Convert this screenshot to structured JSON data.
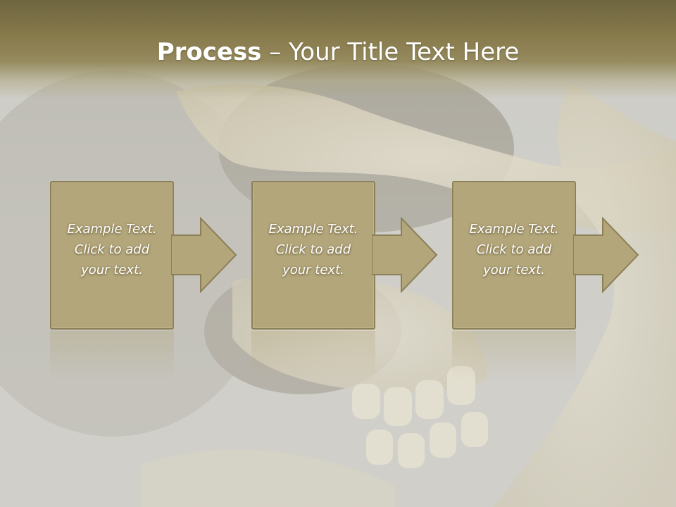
{
  "slide": {
    "title_bold": "Process",
    "title_rest": " – Your Title Text Here"
  },
  "steps": [
    {
      "line1": "Example Text.",
      "line2": "Click  to add",
      "line3": "your text."
    },
    {
      "line1": "Example Text.",
      "line2": "Click  to add",
      "line3": "your text."
    },
    {
      "line1": "Example Text.",
      "line2": "Click  to add",
      "line3": "your text."
    }
  ],
  "colors": {
    "title_band": "#86794a",
    "box_fill": "#b3a67b",
    "box_border": "#8c8058",
    "text": "#ffffff"
  },
  "background_image": "skull-photo"
}
